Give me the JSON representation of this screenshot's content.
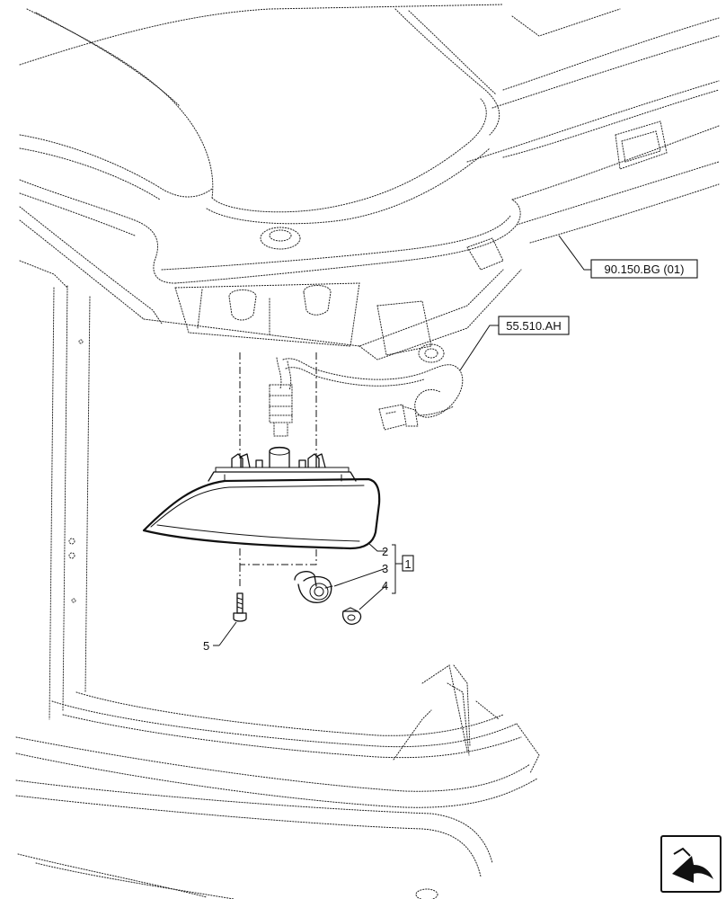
{
  "callouts": {
    "ref_roof": "90.150.BG (01)",
    "ref_harness": "55.510.AH",
    "item_2": "2",
    "item_3": "3",
    "item_4": "4",
    "item_5": "5",
    "kit": "1"
  },
  "icons": {
    "navigation": "return-arrow-icon"
  }
}
